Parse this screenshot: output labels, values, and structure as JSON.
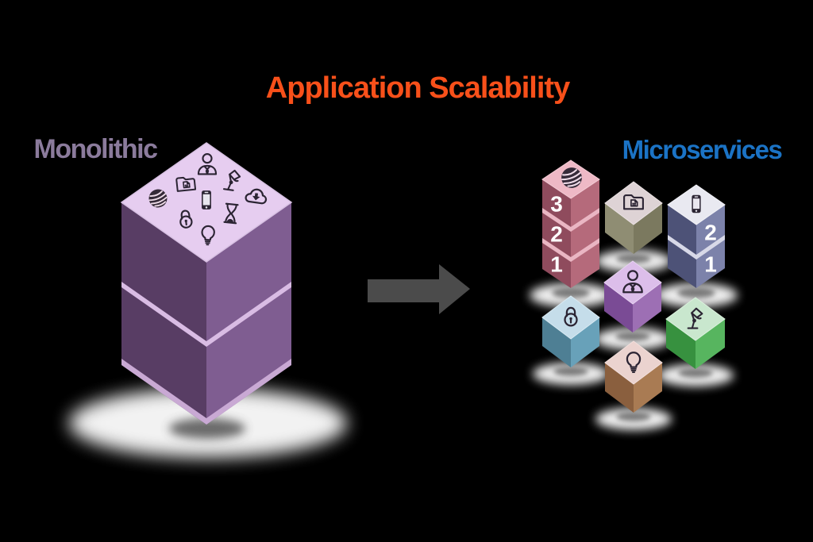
{
  "title": {
    "text": "Application Scalability",
    "color": "#f8501a"
  },
  "background": "#000000",
  "arrow": {
    "direction": "right",
    "color": "#4b4b4b"
  },
  "monolith": {
    "label": "Monolithic",
    "label_color": "#8b7b9c",
    "segments": 2,
    "top_icons": [
      "globe-icon",
      "folder-document-icon",
      "user-icon",
      "desk-lamp-icon",
      "smartphone-icon",
      "cloud-download-icon",
      "padlock-icon",
      "hourglass-icon",
      "lightbulb-icon"
    ],
    "colors": {
      "top": "#e6cdf0",
      "left": "#583d64",
      "right": "#7f5d91",
      "divider": "#d9bce4",
      "rim": "#c9a9d4"
    }
  },
  "microservices": {
    "label": "Microservices",
    "label_color": "#1b73c5",
    "stack_number_color": "#ffffff",
    "cubes": [
      {
        "name": "globe-service-tower",
        "icon": "globe-icon",
        "stack_labels": [
          "3",
          "2",
          "1"
        ],
        "colors": {
          "top": "#eeb9c6",
          "left": "#8f4b5d",
          "right": "#b56a7b",
          "divider": "#eab6c3"
        }
      },
      {
        "name": "folder-service-cube",
        "icon": "folder-document-icon",
        "stack_labels": [],
        "colors": {
          "top": "#ded3d5",
          "left": "#8f8d73",
          "right": "#7b795f"
        }
      },
      {
        "name": "phone-service-tower",
        "icon": "smartphone-icon",
        "stack_labels": [
          "2",
          "1"
        ],
        "colors": {
          "top": "#e9e9f1",
          "left": "#4d5277",
          "right": "#7c82aa",
          "divider": "#d8d9e8"
        }
      },
      {
        "name": "user-service-cube",
        "icon": "user-icon",
        "stack_labels": [],
        "colors": {
          "top": "#dcbeea",
          "left": "#7a4b95",
          "right": "#9d6fb4"
        }
      },
      {
        "name": "padlock-service-cube",
        "icon": "padlock-icon",
        "stack_labels": [],
        "colors": {
          "top": "#c5ddea",
          "left": "#4e7f94",
          "right": "#68a1b9"
        }
      },
      {
        "name": "lamp-service-cube",
        "icon": "desk-lamp-icon",
        "stack_labels": [],
        "colors": {
          "top": "#c9e7ce",
          "left": "#37913f",
          "right": "#57b55f"
        }
      },
      {
        "name": "bulb-service-cube",
        "icon": "lightbulb-icon",
        "stack_labels": [],
        "colors": {
          "top": "#ebd3cf",
          "left": "#8a5f3e",
          "right": "#a97b53"
        }
      }
    ]
  }
}
